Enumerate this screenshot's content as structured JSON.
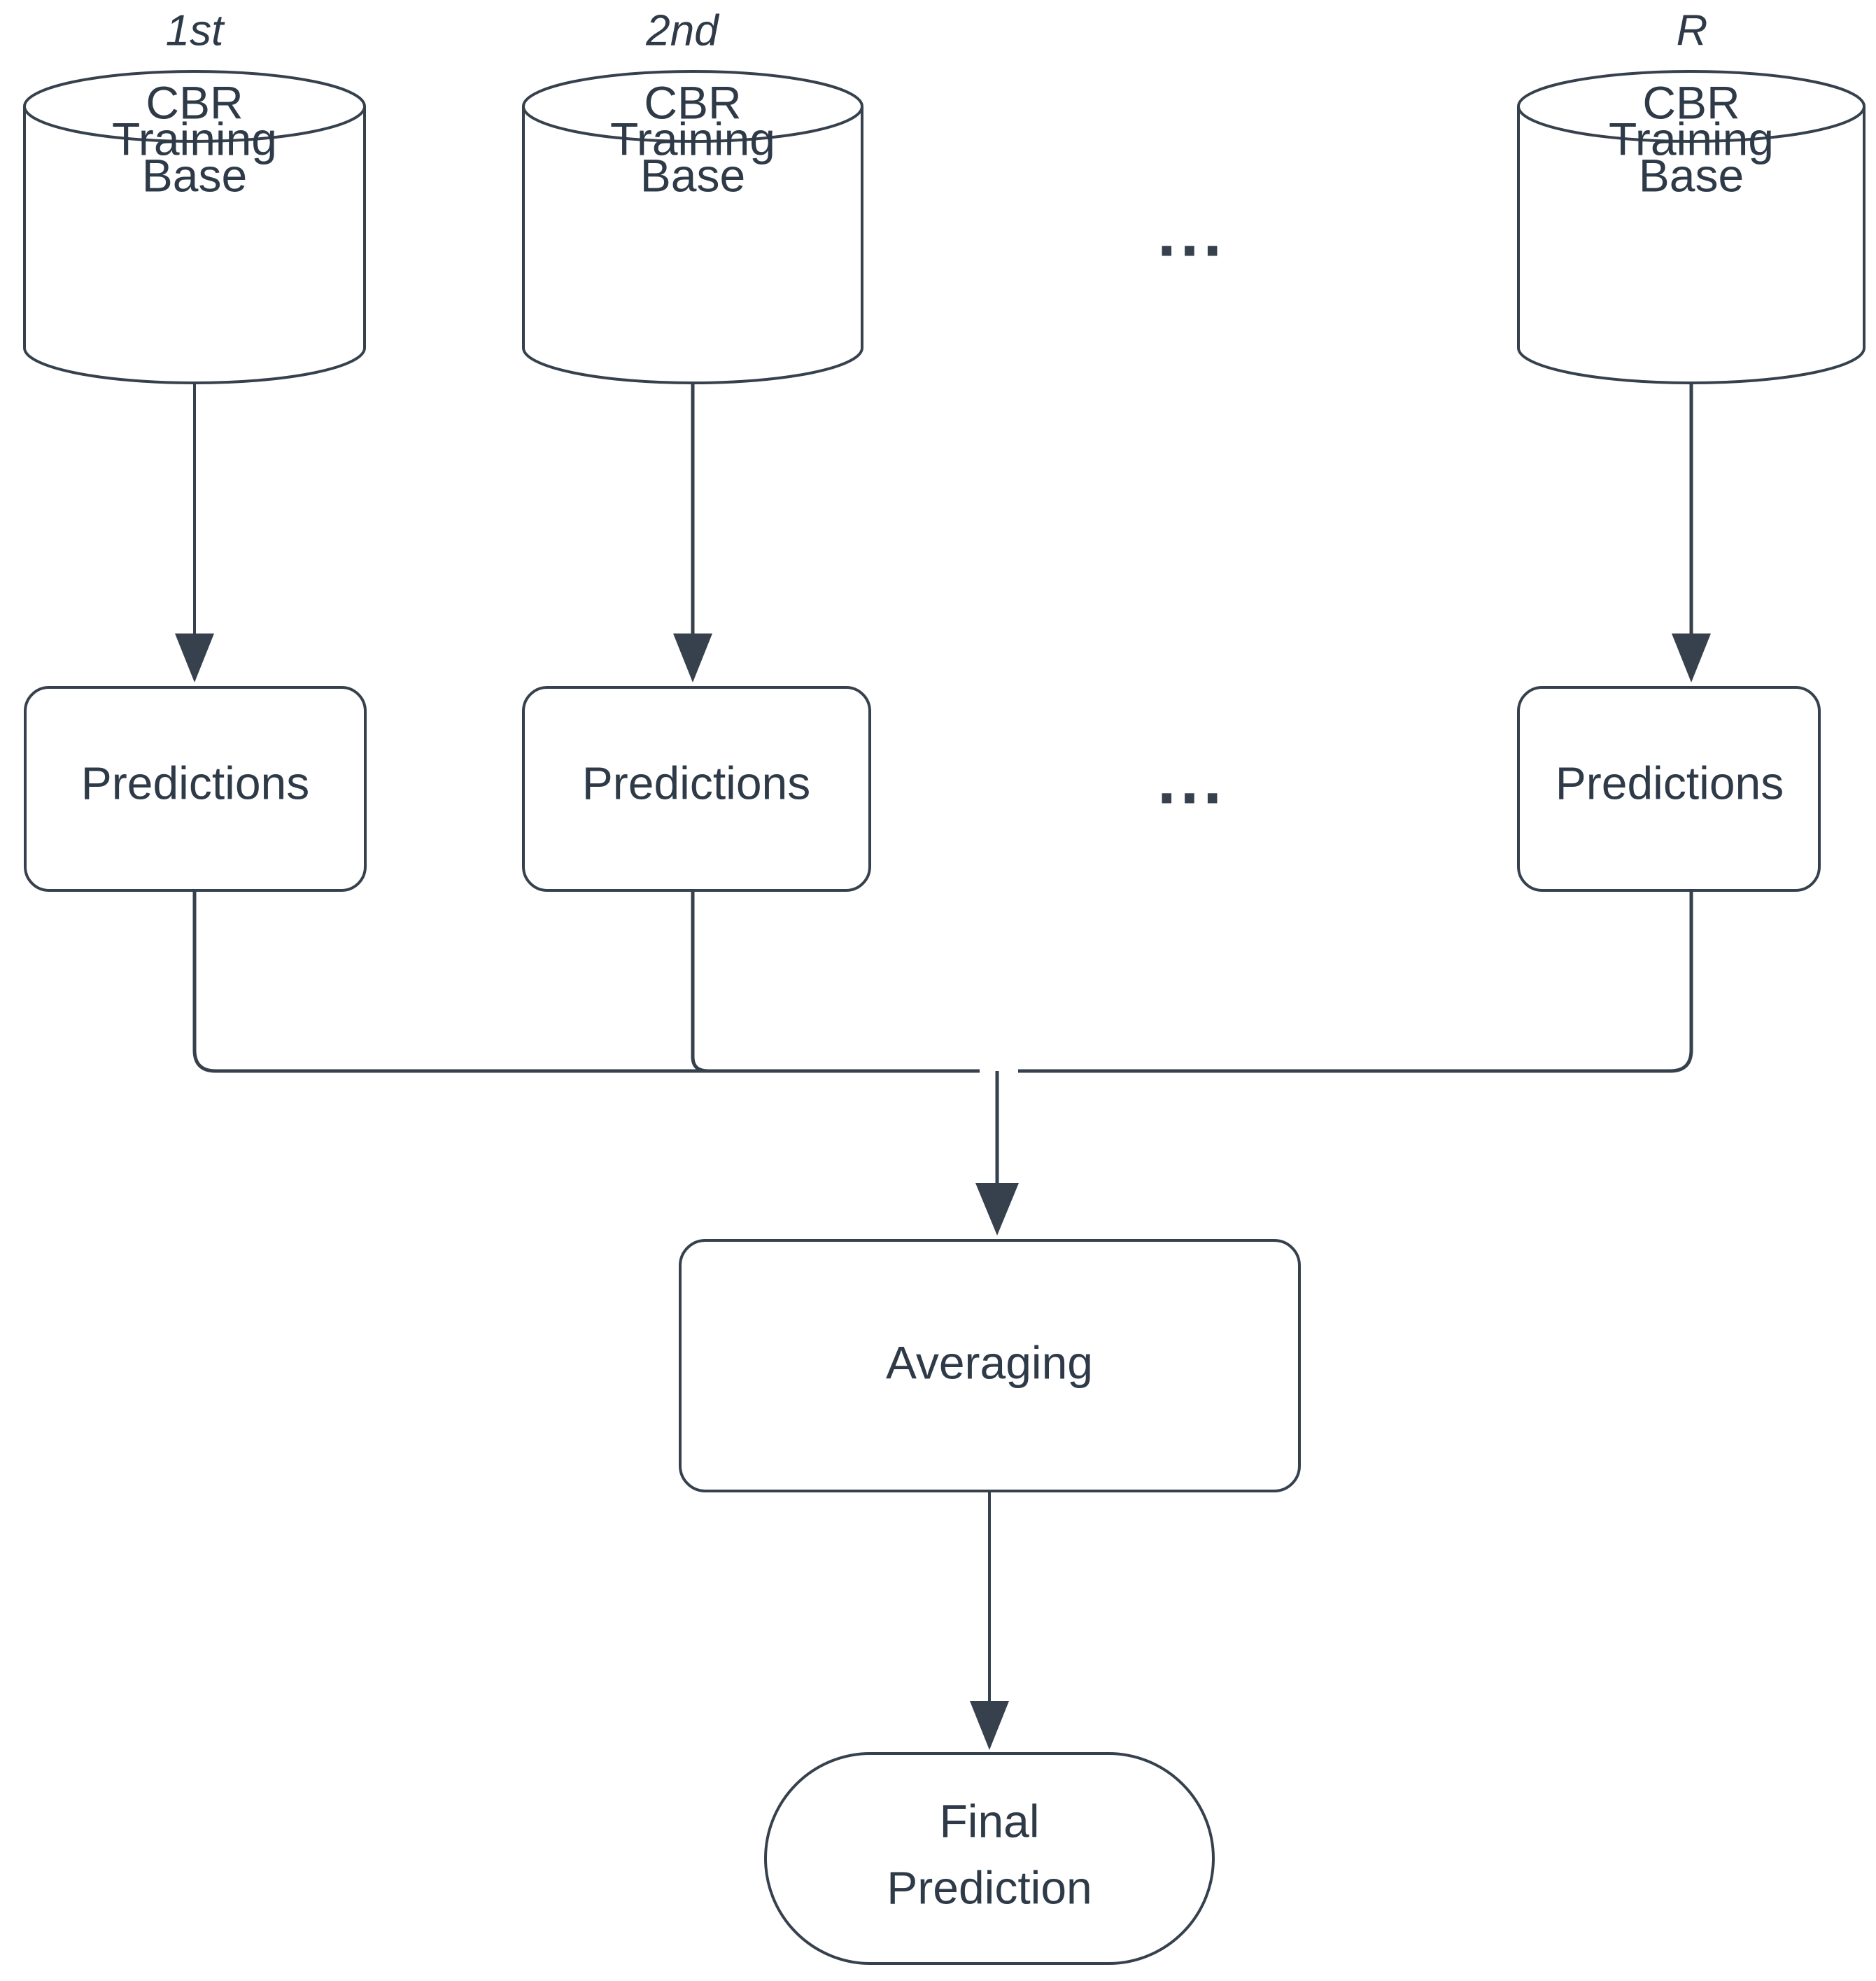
{
  "diagram": {
    "title": "CBR bagging ensemble flow",
    "colors": {
      "stroke": "#36414d",
      "text": "#2e3a47",
      "background": "#ffffff"
    },
    "ellipsis_glyph": "...",
    "columns": [
      {
        "rank_label": "1st",
        "source_label_line1": "CBR",
        "source_label_line2": "Training",
        "source_label_line3": "Base",
        "predictions_label": "Predictions"
      },
      {
        "rank_label": "2nd",
        "source_label_line1": "CBR",
        "source_label_line2": "Training",
        "source_label_line3": "Base",
        "predictions_label": "Predictions"
      },
      {
        "rank_label": "R",
        "source_label_line1": "CBR",
        "source_label_line2": "Training",
        "source_label_line3": "Base",
        "predictions_label": "Predictions"
      }
    ],
    "aggregate": {
      "averaging_label": "Averaging"
    },
    "output": {
      "final_line1": "Final",
      "final_line2": "Prediction"
    }
  }
}
